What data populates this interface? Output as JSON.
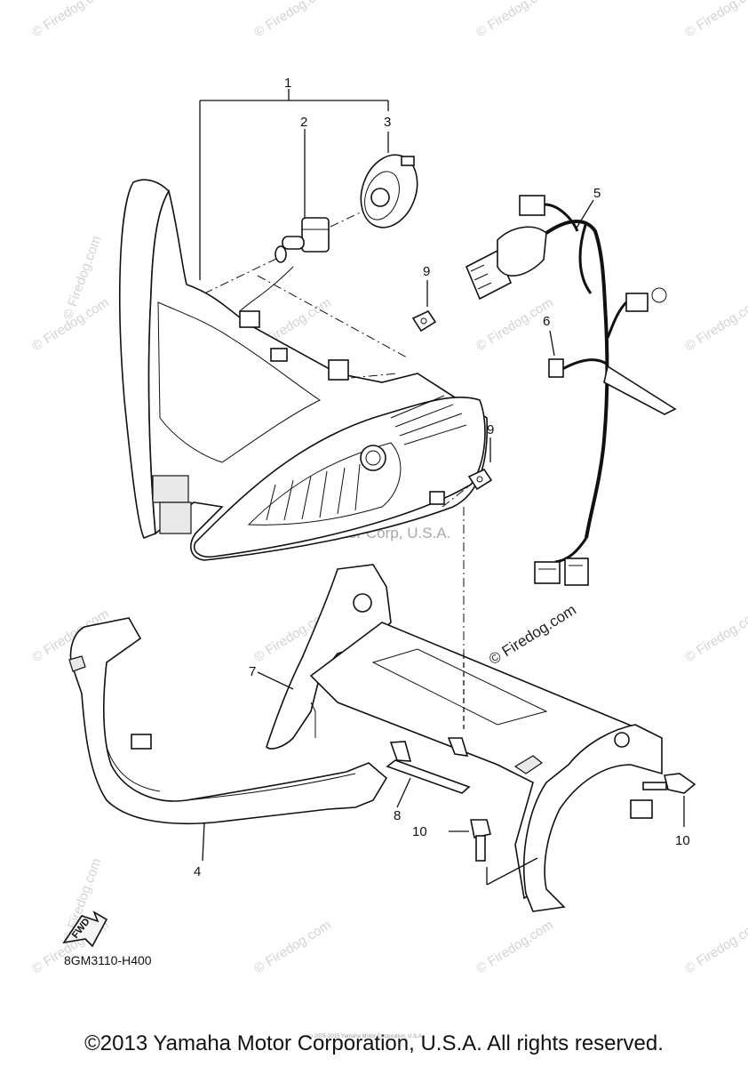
{
  "callouts": {
    "c1": "1",
    "c2": "2",
    "c3": "3",
    "c4": "4",
    "c5": "5",
    "c6": "6",
    "c7": "7",
    "c8": "8",
    "c9a": "9",
    "c9b": "9",
    "c10a": "10",
    "c10b": "10"
  },
  "watermark": {
    "site": "© Firedog.com",
    "center": "© Yamaha Motor Corp, U.S.A."
  },
  "fwd_label": "FWD",
  "catalog_code": "8GM3110-H400",
  "footer": {
    "copyright": "©2013 Yamaha Motor Corporation, U.S.A. All rights reserved.",
    "tiny_note": "(c) 2005-2015 Yamaha Motor Corporation, U.S.A."
  },
  "colors": {
    "line": "#111111",
    "watermark": "#d3d3d3",
    "background": "#ffffff"
  }
}
